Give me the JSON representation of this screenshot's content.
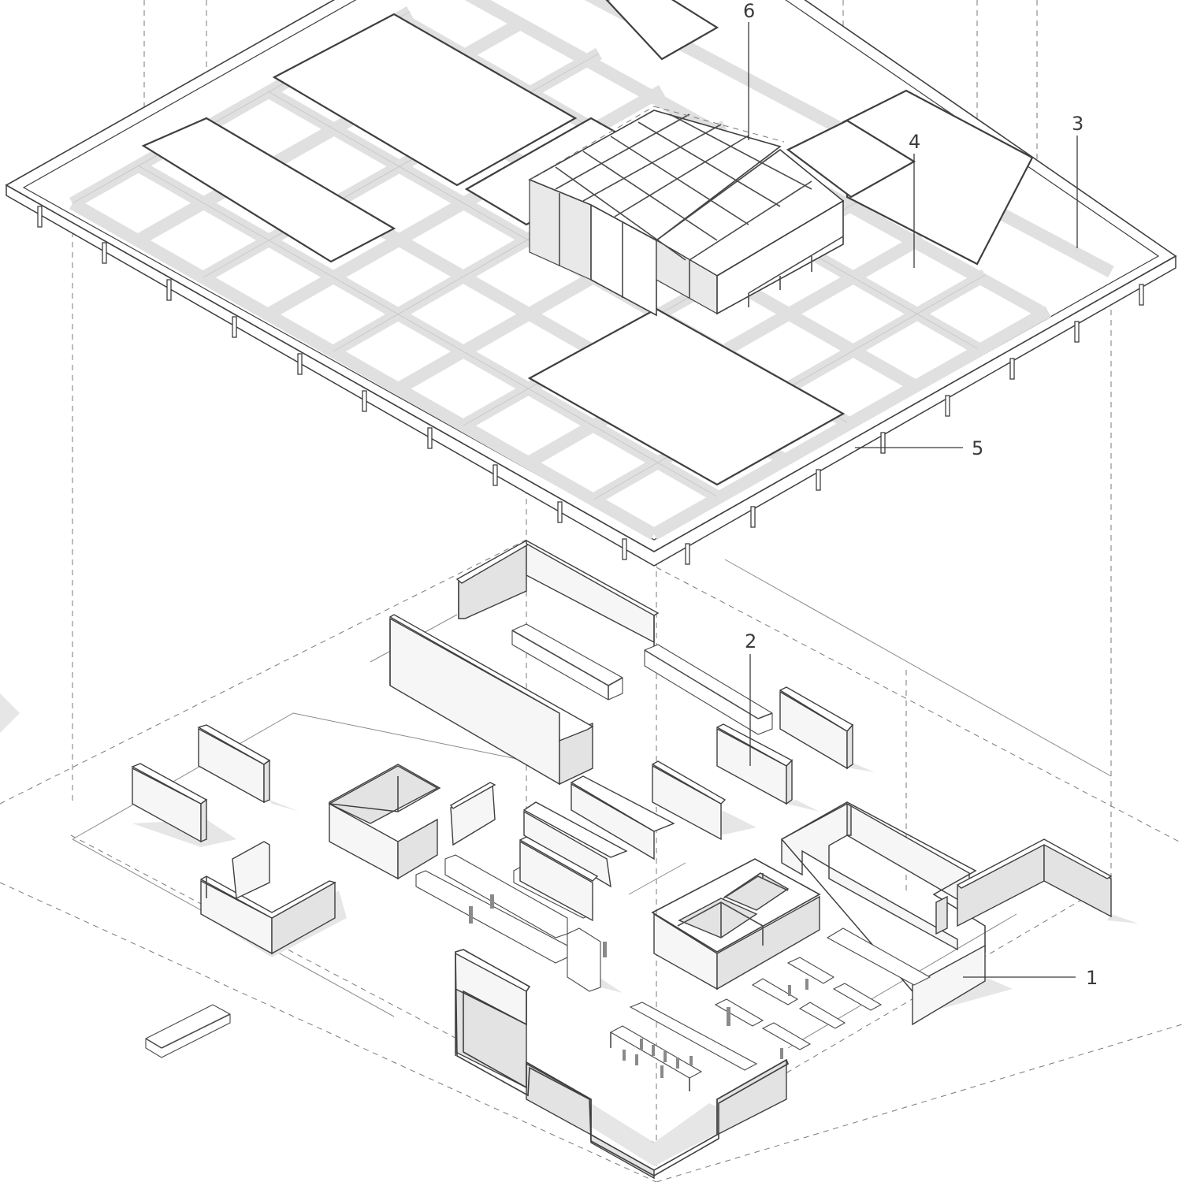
{
  "callouts": {
    "c1": "1",
    "c2": "2",
    "c3": "3",
    "c4": "4",
    "c5": "5",
    "c6": "6"
  },
  "colors": {
    "line": "#3f3f3f",
    "shadow": "#e3e3e3",
    "beam": "#e0e0e0",
    "background": "#ffffff"
  }
}
